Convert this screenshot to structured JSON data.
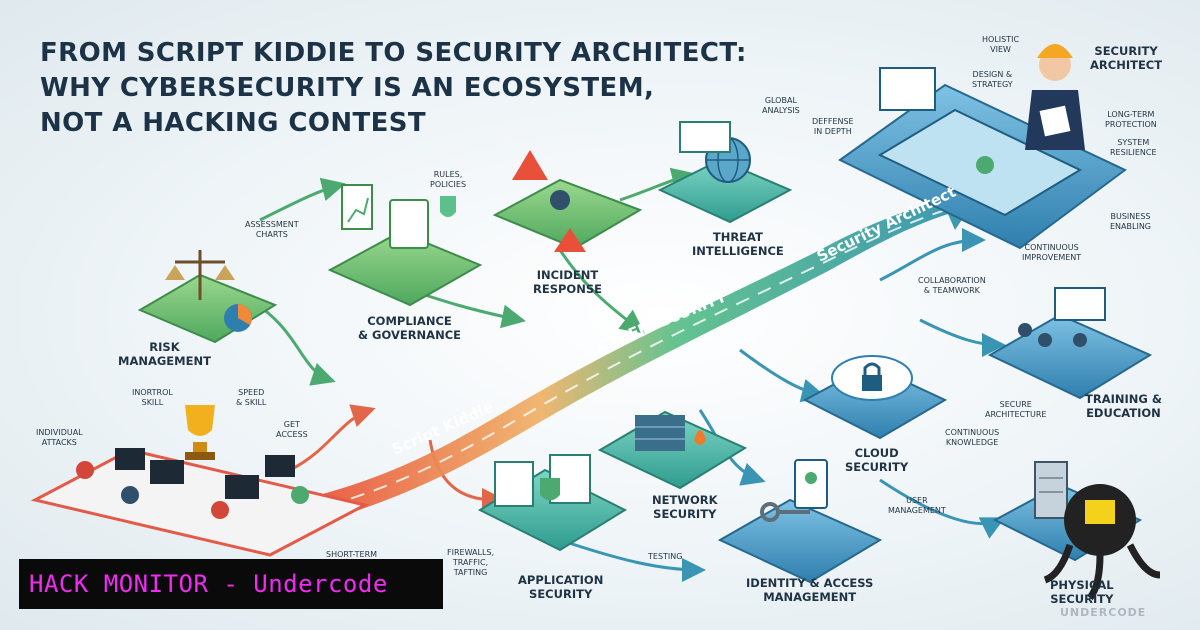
{
  "title": {
    "line1": "FROM SCRIPT KIDDIE TO SECURITY ARCHITECT:",
    "line2": "WHY CYBERSECURITY IS AN ECOSYSTEM,",
    "line3": "NOT A HACKING CONTEST"
  },
  "path": {
    "start": "Script Kiddie",
    "middle": "CYBERSECURITY",
    "end": "Security Architect"
  },
  "domains": {
    "risk": "RISK\nMANAGEMENT",
    "compliance": "COMPLIANCE\n& GOVERNANCE",
    "incident": "INCIDENT\nRESPONSE",
    "threat": "THREAT\nINTELLIGENCE",
    "architect": "SECURITY\nARCHITECT",
    "training": "TRAINING &\nEDUCATION",
    "cloud": "CLOUD\nSECURITY",
    "network": "NETWORK\nSECURITY",
    "application": "APPLICATION\nSECURITY",
    "identity": "IDENTITY & ACCESS\nMANAGEMENT",
    "physical": "PHYSICAL\nSECURITY"
  },
  "notes": {
    "assessment": "ASSESSMENT\nCHARTS",
    "rules": "RULES,\nPOLICIES",
    "global": "GLOBAL\nANALYSIS",
    "defense": "DEFFENSE\nIN DEPTH",
    "holistic": "HOLISTIC\nVIEW",
    "design": "DESIGN &\nSTRATEGY",
    "longterm": "LONG-TERM\nPROTECTION",
    "resilience": "SYSTEM\nRESILIENCE",
    "business": "BUSINESS\nENABLING",
    "continuous": "CONTINUOUS\nIMPROVEMENT",
    "collab": "COLLABORATION\n& TEAMWORK",
    "secure_arch": "SECURE\nARCHITECTURE",
    "cont_knowledge": "CONTINUOUS\nKNOWLEDGE",
    "user_mgmt": "USER\nMANAGEMENT",
    "testing": "TESTING",
    "firewalls": "FIREWALLS,\nTRAFFIC,\nTAFTING",
    "shortterm": "SHORT-TERM",
    "individual": "INDIVIDUAL\nATTACKS",
    "inortrol": "INORTROL\nSKILL",
    "speed": "SPEED\n& SKILL",
    "getaccess": "GET\nACCESS"
  },
  "watermark": "UNDERCODE",
  "banner": "HACK MONITOR - Undercode",
  "colors": {
    "title": "#1c3347",
    "path_start": "#e8503a",
    "path_mid": "#5cc08a",
    "path_end": "#2f8fb0",
    "platform_green": "#5dba6a",
    "platform_blue": "#3f8fc0",
    "banner_bg": "#0a0a0a",
    "banner_text": "#f22bf2"
  }
}
